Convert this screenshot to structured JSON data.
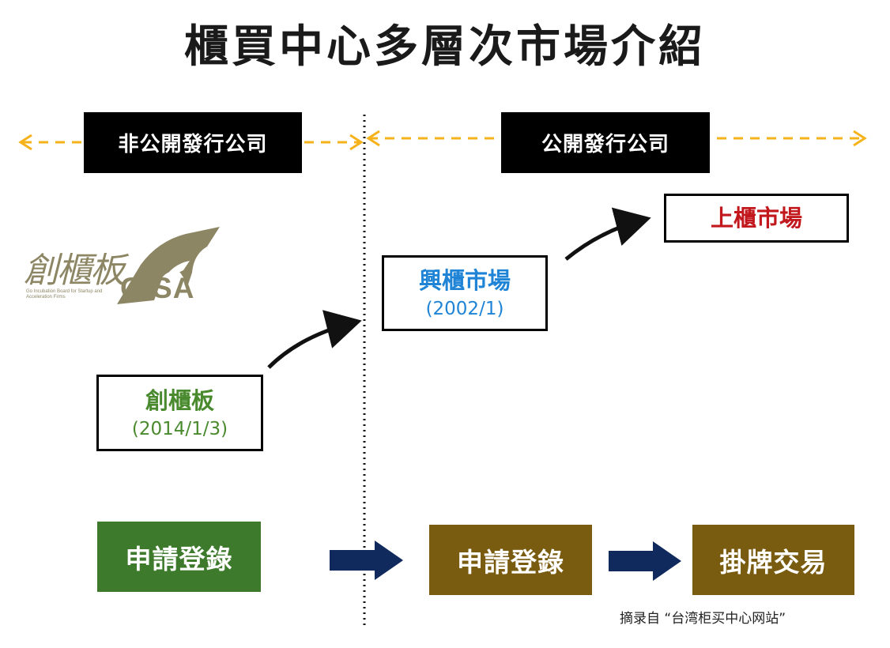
{
  "title": "櫃買中心多層次市場介紹",
  "labels": {
    "private": "非公開發行公司",
    "public": "公開發行公司"
  },
  "markets": {
    "gisa": {
      "name": "創櫃板",
      "date": "(2014/1/3)",
      "color": "#4a8a2e"
    },
    "emerging": {
      "name": "興櫃市場",
      "date": "(2002/1)",
      "color": "#1f84d6"
    },
    "otc": {
      "name": "上櫃市場",
      "color": "#c2171d"
    }
  },
  "logo": {
    "chinese": "創櫃板",
    "english": "GISA",
    "tagline": "Go Incubation Board for Startup and Acceleration Firms"
  },
  "steps": {
    "register_green": "申請登錄",
    "register_brown": "申請登錄",
    "listing": "掛牌交易"
  },
  "source_note": "摘录自 “台湾柜买中心网站”",
  "colors": {
    "green_step": "#3d7a2c",
    "brown_step": "#7a5c10",
    "navy_arrow": "#102a5e",
    "dashed_arrow": "#f5b21a",
    "logo": "#8d8664"
  }
}
